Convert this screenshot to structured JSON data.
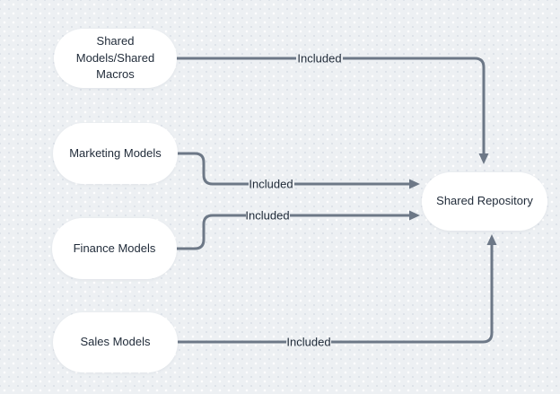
{
  "diagram": {
    "type": "flow-diagram",
    "colors": {
      "background": "#edf0f3",
      "node_fill": "#ffffff",
      "line": "#6d7887",
      "text": "#1f2a38"
    },
    "nodes": [
      {
        "id": "shared-models-shared-macros",
        "label": "Shared\nModels/Shared\nMacros"
      },
      {
        "id": "marketing-models",
        "label": "Marketing Models"
      },
      {
        "id": "finance-models",
        "label": "Finance Models"
      },
      {
        "id": "sales-models",
        "label": "Sales Models"
      },
      {
        "id": "shared-repository",
        "label": "Shared Repository"
      }
    ],
    "edges": [
      {
        "from": "shared-models-shared-macros",
        "to": "shared-repository",
        "label": "Included"
      },
      {
        "from": "marketing-models",
        "to": "shared-repository",
        "label": "Included"
      },
      {
        "from": "finance-models",
        "to": "shared-repository",
        "label": "Included"
      },
      {
        "from": "sales-models",
        "to": "shared-repository",
        "label": "Included"
      }
    ]
  }
}
